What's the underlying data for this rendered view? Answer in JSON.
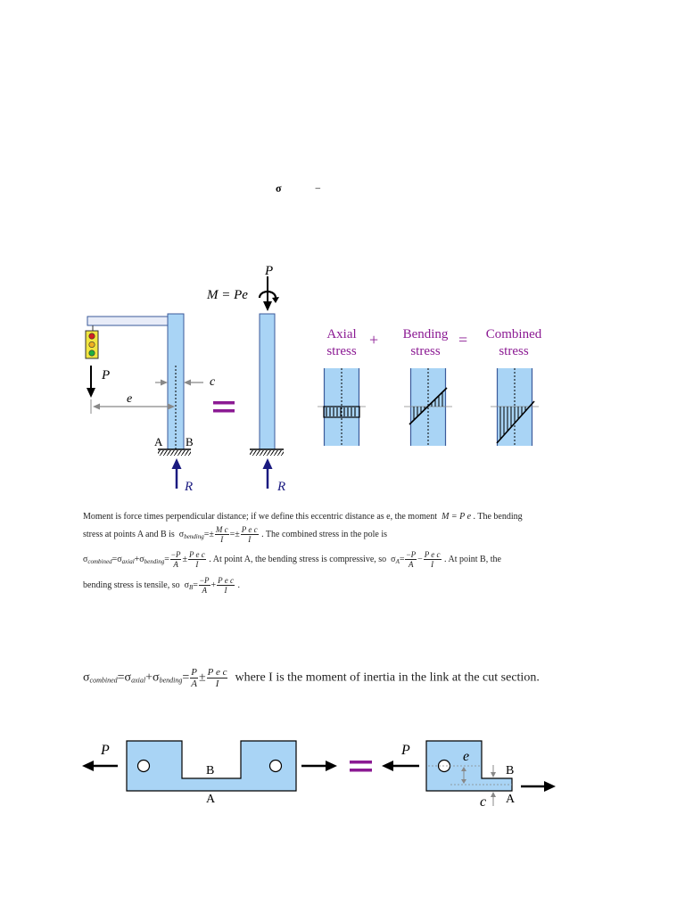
{
  "header_fragment": {
    "sigma": "σ",
    "dash": "−"
  },
  "column_diagram": {
    "label_P_top": "P",
    "label_M": "M = Pe",
    "label_P_left": "P",
    "label_c": "c",
    "label_e": "e",
    "label_A": "A",
    "label_B": "B",
    "label_R1": "R",
    "label_R2": "R",
    "equals": "=",
    "stress_axial": [
      "Axial",
      "stress"
    ],
    "plus": "+",
    "stress_bending": [
      "Bending",
      "stress"
    ],
    "equals2": "=",
    "stress_combined": [
      "Combined",
      "stress"
    ]
  },
  "paragraph": {
    "line1": "Moment is force times perpendicular distance; if we define this eccentric distance as e, the moment",
    "line1_eq": "M = P e",
    "line1_tail": ". The bending",
    "line2_a": "stress at points A and B is",
    "line2_b": ". The combined stress in the pole is",
    "line3_b": ". At point A, the bending stress is compressive, so",
    "line3_c": ". At point B, the",
    "line4_a": "bending stress is tensile, so",
    "line4_b": "."
  },
  "formula2": {
    "tail": "where I is the moment of inertia in the link at the cut section."
  },
  "link_diagram": {
    "P_left": "P",
    "B_mid": "B",
    "A_mid": "A",
    "equals": "=",
    "P_right": "P",
    "e_label": "e",
    "B_right": "B",
    "c_label": "c",
    "A_right": "A"
  },
  "colors": {
    "purple": "#8b1a93",
    "navy": "#1a1a80",
    "fill_blue": "#a9d4f5",
    "outline_blue": "#3a5a9a"
  }
}
